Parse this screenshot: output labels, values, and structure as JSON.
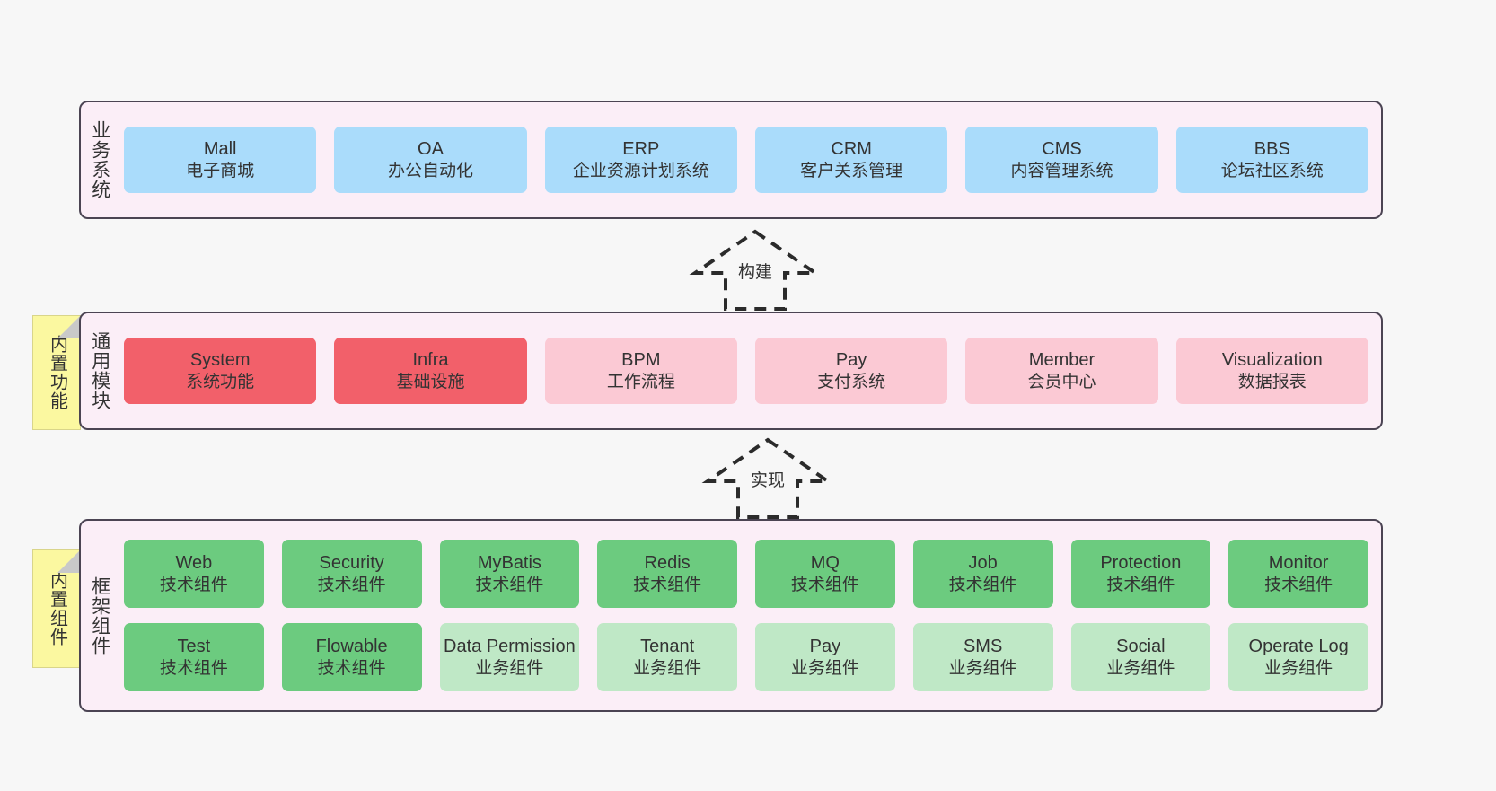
{
  "diagram": {
    "title": "",
    "palette": {
      "background": "#f7f7f7",
      "layer_fill": "#fbeef7",
      "layer_border": "#4b4453",
      "business_cell": "#aadcfb",
      "module_highlight": "#f2606a",
      "module_normal": "#fbc9d4",
      "tech_component": "#6ccb7f",
      "biz_component": "#bfe8c6",
      "note_fill": "#fbf8a0",
      "note_fold": "#c9c9c9"
    }
  },
  "layers": [
    {
      "id": "business",
      "label": "业务系统",
      "rows": [
        {
          "cells": [
            {
              "title": "Mall",
              "sub": "电子商城",
              "color": "#aadcfb"
            },
            {
              "title": "OA",
              "sub": "办公自动化",
              "color": "#aadcfb"
            },
            {
              "title": "ERP",
              "sub": "企业资源计划系统",
              "color": "#aadcfb"
            },
            {
              "title": "CRM",
              "sub": "客户关系管理",
              "color": "#aadcfb"
            },
            {
              "title": "CMS",
              "sub": "内容管理系统",
              "color": "#aadcfb"
            },
            {
              "title": "BBS",
              "sub": "论坛社区系统",
              "color": "#aadcfb"
            }
          ]
        }
      ]
    },
    {
      "id": "modules",
      "label": "通用模块",
      "note": "内置功能",
      "rows": [
        {
          "cells": [
            {
              "title": "System",
              "sub": "系统功能",
              "color": "#f2606a"
            },
            {
              "title": "Infra",
              "sub": "基础设施",
              "color": "#f2606a"
            },
            {
              "title": "BPM",
              "sub": "工作流程",
              "color": "#fbc9d4"
            },
            {
              "title": "Pay",
              "sub": "支付系统",
              "color": "#fbc9d4"
            },
            {
              "title": "Member",
              "sub": "会员中心",
              "color": "#fbc9d4"
            },
            {
              "title": "Visualization",
              "sub": "数据报表",
              "color": "#fbc9d4"
            }
          ]
        }
      ]
    },
    {
      "id": "framework",
      "label": "框架组件",
      "note": "内置组件",
      "rows": [
        {
          "cells": [
            {
              "title": "Web",
              "sub": "技术组件",
              "color": "#6ccb7f"
            },
            {
              "title": "Security",
              "sub": "技术组件",
              "color": "#6ccb7f"
            },
            {
              "title": "MyBatis",
              "sub": "技术组件",
              "color": "#6ccb7f"
            },
            {
              "title": "Redis",
              "sub": "技术组件",
              "color": "#6ccb7f"
            },
            {
              "title": "MQ",
              "sub": "技术组件",
              "color": "#6ccb7f"
            },
            {
              "title": "Job",
              "sub": "技术组件",
              "color": "#6ccb7f"
            },
            {
              "title": "Protection",
              "sub": "技术组件",
              "color": "#6ccb7f"
            },
            {
              "title": "Monitor",
              "sub": "技术组件",
              "color": "#6ccb7f"
            }
          ]
        },
        {
          "cells": [
            {
              "title": "Test",
              "sub": "技术组件",
              "color": "#6ccb7f"
            },
            {
              "title": "Flowable",
              "sub": "技术组件",
              "color": "#6ccb7f"
            },
            {
              "title": "Data Permission",
              "sub": "业务组件",
              "color": "#bfe8c6"
            },
            {
              "title": "Tenant",
              "sub": "业务组件",
              "color": "#bfe8c6"
            },
            {
              "title": "Pay",
              "sub": "业务组件",
              "color": "#bfe8c6"
            },
            {
              "title": "SMS",
              "sub": "业务组件",
              "color": "#bfe8c6"
            },
            {
              "title": "Social",
              "sub": "业务组件",
              "color": "#bfe8c6"
            },
            {
              "title": "Operate Log",
              "sub": "业务组件",
              "color": "#bfe8c6"
            }
          ]
        }
      ]
    }
  ],
  "connectors": [
    {
      "id": "build",
      "label": "构建",
      "from": "modules",
      "to": "business",
      "style": "dashed-generalization"
    },
    {
      "id": "realize",
      "label": "实现",
      "from": "framework",
      "to": "modules",
      "style": "dashed-generalization"
    }
  ]
}
